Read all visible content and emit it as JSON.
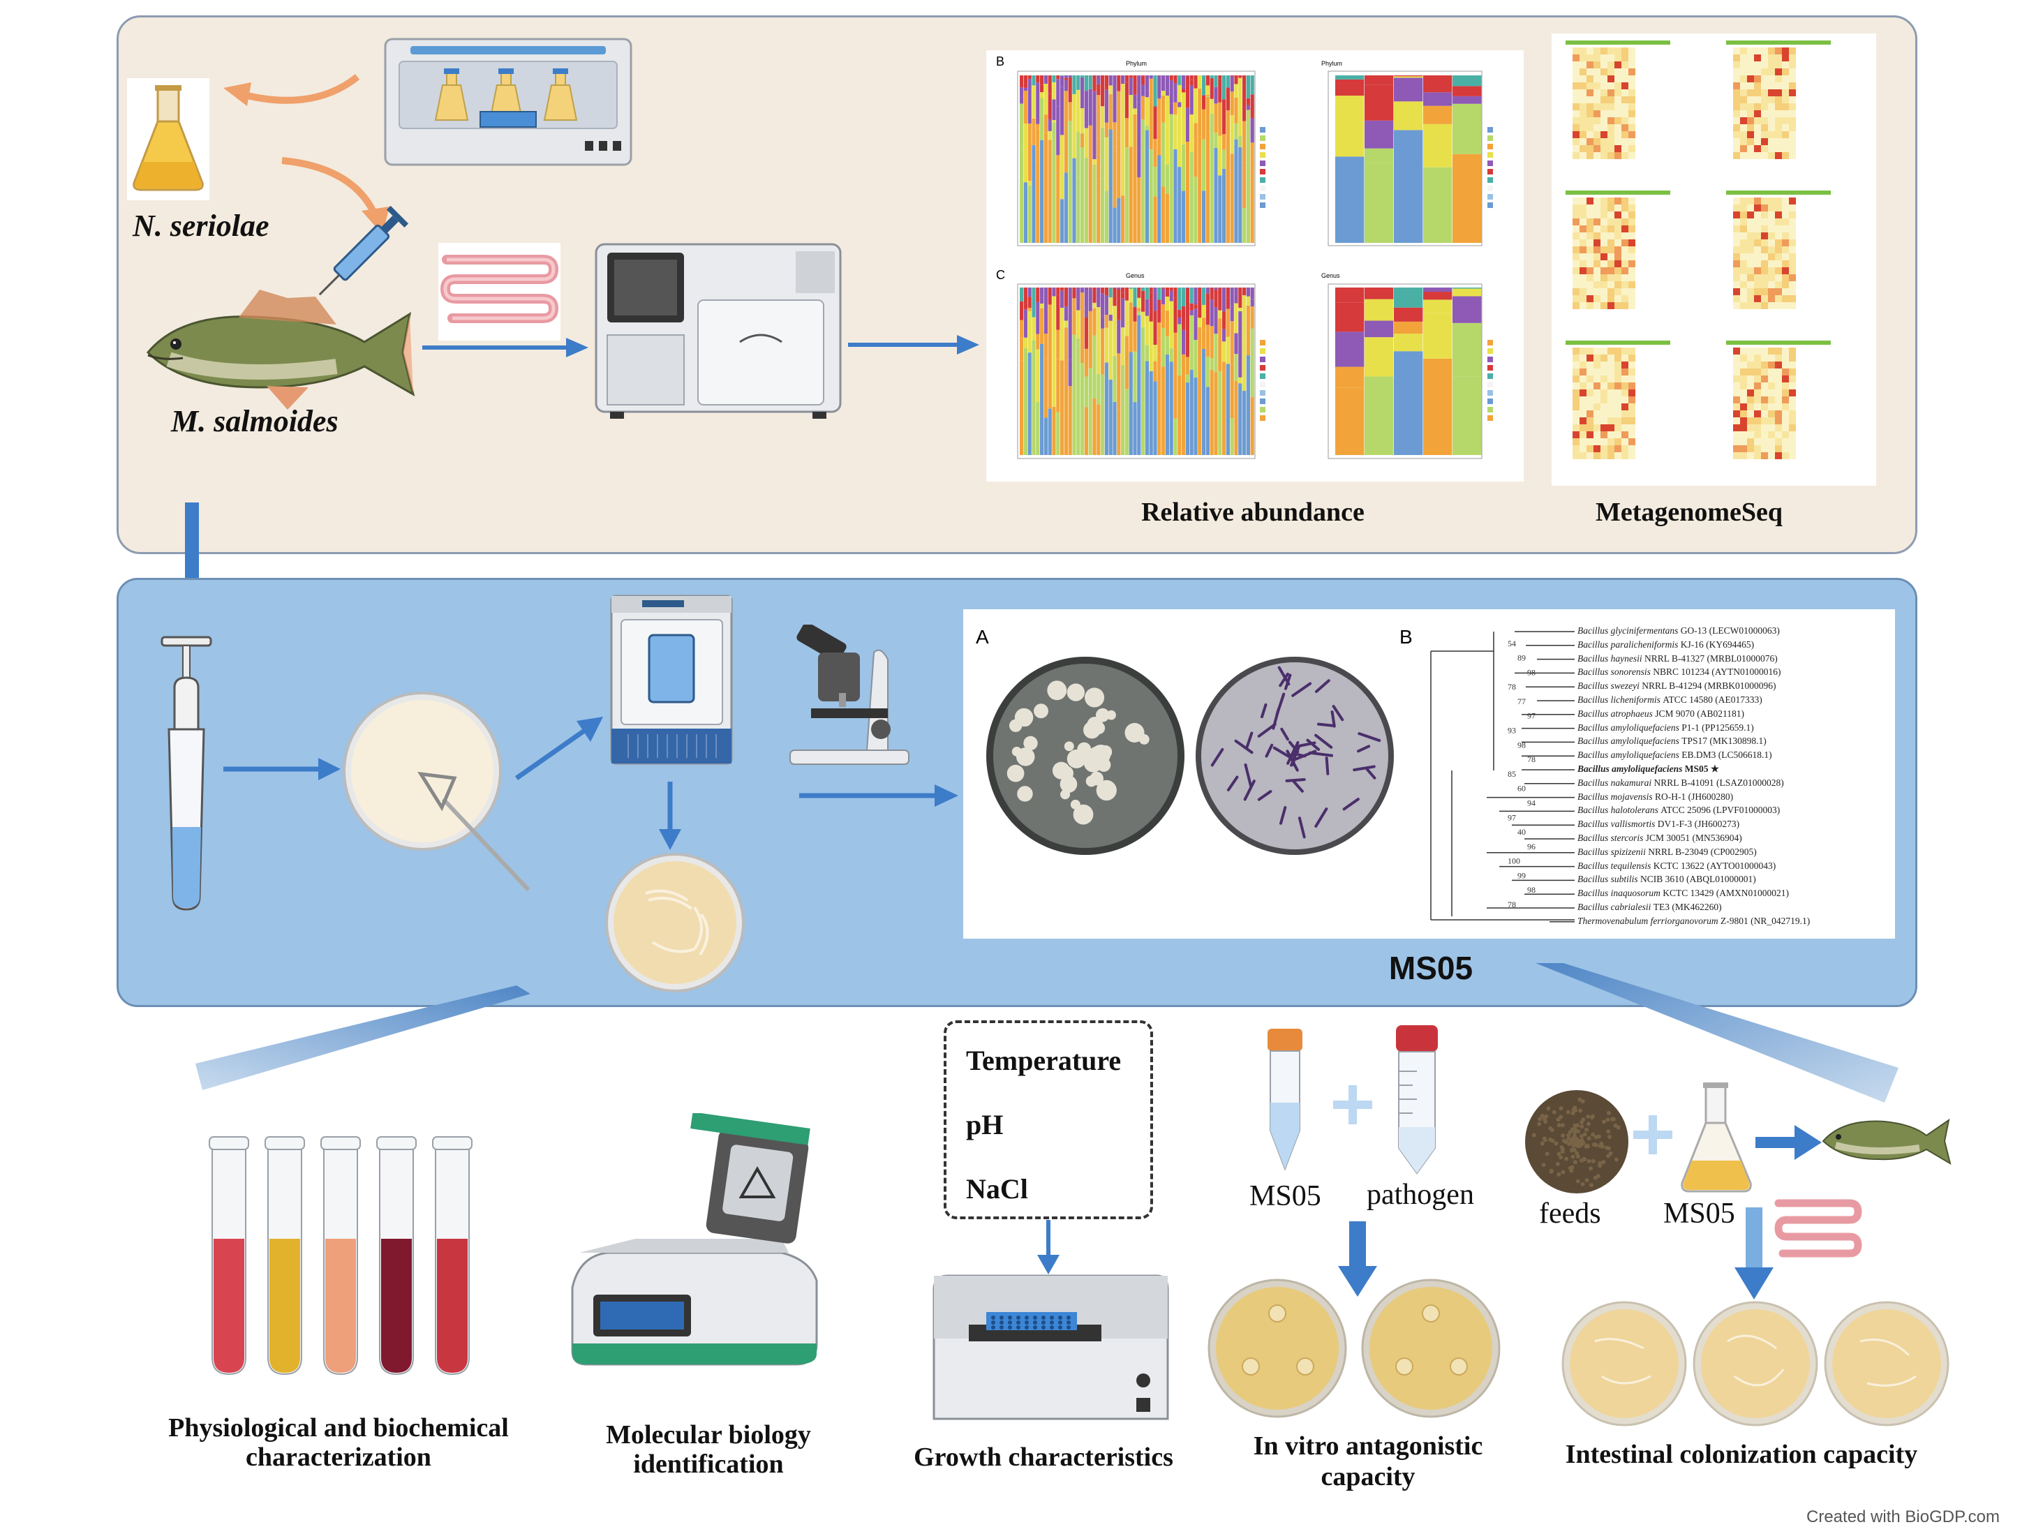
{
  "top_panel": {
    "culture_label": "N. seriolae",
    "fish_label": "M. salmoides",
    "relative_abundance_label": "Relative abundance",
    "metagenomeseq_label": "MetagenomeSeq",
    "chart_B_letter": "B",
    "chart_C_letter": "C",
    "chart_B_title": "Phylum",
    "chart_B2_title": "Phylum",
    "chart_C_title": "Genus",
    "chart_C2_title": "Genus"
  },
  "middle_panel": {
    "strain_label": "MS05",
    "figure_A_letter": "A",
    "figure_B_letter": "B",
    "tree": {
      "taxa": [
        {
          "name": "Bacillus glycinifermentans",
          "strain": "GO-13 (LECW01000063)"
        },
        {
          "name": "Bacillus paralicheniformis",
          "strain": "KJ-16 (KY694465)"
        },
        {
          "name": "Bacillus haynesii",
          "strain": "NRRL B-41327 (MRBL01000076)"
        },
        {
          "name": "Bacillus sonorensis",
          "strain": "NBRC 101234 (AYTN01000016)"
        },
        {
          "name": "Bacillus swezeyi",
          "strain": "NRRL B-41294 (MRBK01000096)"
        },
        {
          "name": "Bacillus licheniformis",
          "strain": "ATCC 14580 (AE017333)"
        },
        {
          "name": "Bacillus atrophaeus",
          "strain": "JCM 9070 (AB021181)"
        },
        {
          "name": "Bacillus amyloliquefaciens",
          "strain": "P1-1 (PP125659.1)"
        },
        {
          "name": "Bacillus amyloliquefaciens",
          "strain": "TPS17 (MK130898.1)"
        },
        {
          "name": "Bacillus amyloliquefaciens",
          "strain": "EB.DM3 (LC506618.1)"
        },
        {
          "name": "Bacillus amyloliquefaciens",
          "strain": "MS05 ★"
        },
        {
          "name": "Bacillus nakamurai",
          "strain": "NRRL B-41091 (LSAZ01000028)"
        },
        {
          "name": "Bacillus mojavensis",
          "strain": "RO-H-1 (JH600280)"
        },
        {
          "name": "Bacillus halotolerans",
          "strain": "ATCC 25096 (LPVF01000003)"
        },
        {
          "name": "Bacillus vallismortis",
          "strain": "DV1-F-3 (JH600273)"
        },
        {
          "name": "Bacillus stercoris",
          "strain": "JCM 30051 (MN536904)"
        },
        {
          "name": "Bacillus spizizenii",
          "strain": "NRRL B-23049 (CP002905)"
        },
        {
          "name": "Bacillus tequilensis",
          "strain": "KCTC 13622 (AYTO01000043)"
        },
        {
          "name": "Bacillus subtilis",
          "strain": "NCIB 3610 (ABQL01000001)"
        },
        {
          "name": "Bacillus inaquosorum",
          "strain": "KCTC 13429 (AMXN01000021)"
        },
        {
          "name": "Bacillus cabrialesii",
          "strain": "TE3 (MK462260)"
        },
        {
          "name": "Thermovenabulum ferriorganovorum",
          "strain": "Z-9801 (NR_042719.1)"
        }
      ],
      "bootstrap": [
        "54",
        "89",
        "98",
        "78",
        "77",
        "97",
        "93",
        "98",
        "78",
        "85",
        "60",
        "94",
        "97",
        "40",
        "96",
        "100",
        "99",
        "98",
        "78"
      ]
    }
  },
  "bottom": {
    "physio_label": "Physiological and biochemical characterization",
    "molecular_label": "Molecular biology identification",
    "growth_label": "Growth characteristics",
    "growth_factors": [
      "Temperature",
      "pH",
      "NaCl"
    ],
    "antagonistic_label": "In vitro antagonistic capacity",
    "ms05_tube_label": "MS05",
    "pathogen_label": "pathogen",
    "feeds_label": "feeds",
    "ms05_flask_label": "MS05",
    "colonization_label": "Intestinal colonization capacity"
  },
  "credit": "Created with BioGDP.com",
  "colors": {
    "panel_top": "#f3ebdf",
    "panel_middle": "#9dc3e6",
    "arrow_blue": "#3d7cc9",
    "arrow_orange": "#f0a06a"
  }
}
